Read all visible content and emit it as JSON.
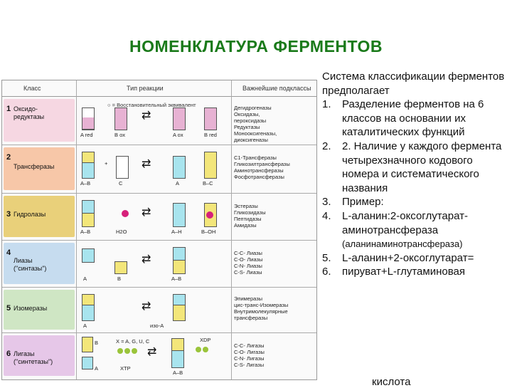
{
  "title": "НОМЕНКЛАТУРА ФЕРМЕНТОВ",
  "table": {
    "headers": [
      "Класс",
      "Тип реакции",
      "Важнейшие подклассы"
    ],
    "equivalent_label": "○ = Восстановительный эквивалент",
    "rows": [
      {
        "num": "1",
        "name": "Оксидо-\nредуктазы",
        "color": "#f6d7e2",
        "subclasses": [
          "Дегидрогеназы",
          "Оксидазы,",
          "пероксидазы",
          "Редуктазы",
          "Монооксигеназы,",
          "диоксигеназы"
        ],
        "labels": [
          "A red",
          "B ox",
          "A ox",
          "B red"
        ]
      },
      {
        "num": "2",
        "name": "Трансферазы",
        "color": "#f7c7a8",
        "subclasses": [
          "C1-Трансферазы",
          "Гликозилтрансферазы",
          "Аминотрансферазы",
          "Фосфотрансферазы"
        ],
        "labels": [
          "A–B",
          "C",
          "A",
          "B–C"
        ]
      },
      {
        "num": "3",
        "name": "Гидролазы",
        "color": "#e9d07a",
        "subclasses": [
          "Эстеразы",
          "Гликозидазы",
          "Пептидазы",
          "Амидазы"
        ],
        "labels": [
          "A–B",
          "H2O",
          "A–H",
          "B–OH"
        ]
      },
      {
        "num": "4",
        "name": "Лиазы\n(\"синтазы\")",
        "color": "#c6dcef",
        "subclasses": [
          "C-C- Лиазы",
          "C-O- Лиазы",
          "C-N- Лиазы",
          "C-S- Лиазы"
        ],
        "labels": [
          "A",
          "B",
          "A–B"
        ]
      },
      {
        "num": "5",
        "name": "Изомеразы",
        "color": "#cfe6c4",
        "subclasses": [
          "Эпимеразы",
          "цис-транс-Изомеразы",
          "Внутримолекулярные",
          "трансферазы"
        ],
        "labels": [
          "A",
          "изо-A"
        ]
      },
      {
        "num": "6",
        "name": "Лигазы\n(\"синтетазы\")",
        "color": "#e6c7e8",
        "subclasses": [
          "C-C- Лигазы",
          "C-O- Лигазы",
          "C-N- Лигазы",
          "C-S- Лигазы"
        ],
        "labels": [
          "B",
          "A",
          "X = A, G, U, C",
          "XTP",
          "XDP",
          "A–B"
        ]
      }
    ]
  },
  "text": {
    "intro": "Система классификации ферментов предполагает",
    "items": [
      {
        "n": "1.",
        "t": "Разделение ферментов на 6 классов на основании их каталитических функций"
      },
      {
        "n": "2.",
        "t": "2. Наличие у каждого фермента четырехзначного кодового номера и систематического названия"
      },
      {
        "n": "3.",
        "t": "Пример:"
      },
      {
        "n": "4.",
        "t": "L-аланин:2-оксоглутарат-аминотрансфераза",
        "paren": "(аланинаминотрансфераза)"
      },
      {
        "n": "5.",
        "t": "L-аланин+2-оксоглутарат="
      },
      {
        "n": "6.",
        "t": "пируват+L-глутаминовая"
      }
    ],
    "cut_word": "кислота"
  }
}
